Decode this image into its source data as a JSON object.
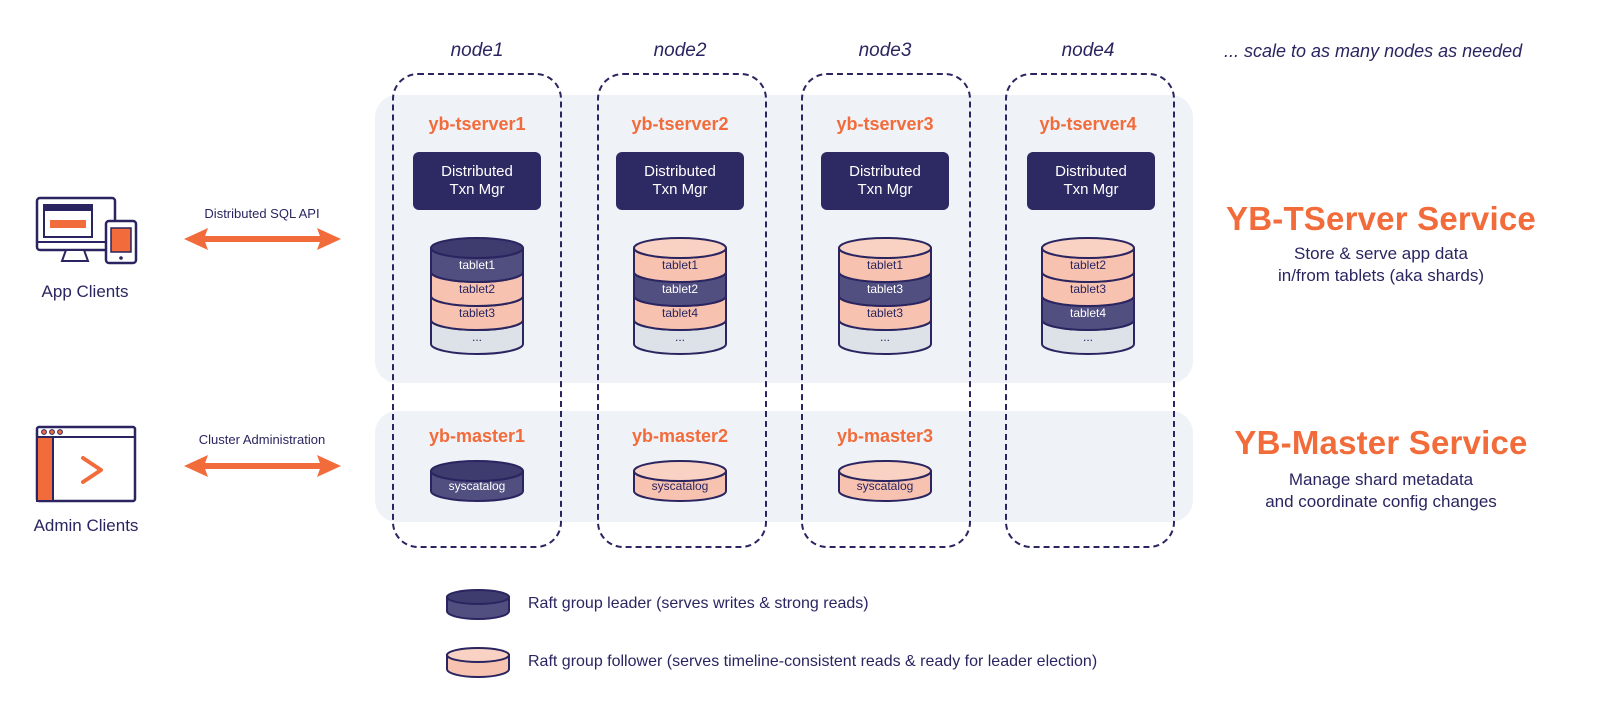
{
  "nodes": [
    {
      "label": "node1",
      "tserver": "yb-tserver1",
      "txn_line1": "Distributed",
      "txn_line2": "Txn Mgr",
      "tablets": [
        {
          "name": "tablet1",
          "role": "leader"
        },
        {
          "name": "tablet2",
          "role": "follower"
        },
        {
          "name": "tablet3",
          "role": "follower"
        },
        {
          "name": "...",
          "role": "other"
        }
      ],
      "master": "yb-master1",
      "syscatalog": {
        "name": "syscatalog",
        "role": "leader"
      }
    },
    {
      "label": "node2",
      "tserver": "yb-tserver2",
      "txn_line1": "Distributed",
      "txn_line2": "Txn Mgr",
      "tablets": [
        {
          "name": "tablet1",
          "role": "follower"
        },
        {
          "name": "tablet2",
          "role": "leader"
        },
        {
          "name": "tablet4",
          "role": "follower"
        },
        {
          "name": "...",
          "role": "other"
        }
      ],
      "master": "yb-master2",
      "syscatalog": {
        "name": "syscatalog",
        "role": "follower"
      }
    },
    {
      "label": "node3",
      "tserver": "yb-tserver3",
      "txn_line1": "Distributed",
      "txn_line2": "Txn Mgr",
      "tablets": [
        {
          "name": "tablet1",
          "role": "follower"
        },
        {
          "name": "tablet3",
          "role": "leader"
        },
        {
          "name": "tablet3",
          "role": "follower"
        },
        {
          "name": "...",
          "role": "other"
        }
      ],
      "master": "yb-master3",
      "syscatalog": {
        "name": "syscatalog",
        "role": "follower"
      }
    },
    {
      "label": "node4",
      "tserver": "yb-tserver4",
      "txn_line1": "Distributed",
      "txn_line2": "Txn Mgr",
      "tablets": [
        {
          "name": "tablet2",
          "role": "follower"
        },
        {
          "name": "tablet3",
          "role": "follower"
        },
        {
          "name": "tablet4",
          "role": "leader"
        },
        {
          "name": "...",
          "role": "other"
        }
      ],
      "master": "",
      "syscatalog": null
    }
  ],
  "scale_note": "... scale to as many nodes as needed",
  "clients": {
    "app": {
      "label": "App Clients",
      "api": "Distributed SQL API"
    },
    "admin": {
      "label": "Admin Clients",
      "api": "Cluster Administration"
    }
  },
  "services": {
    "tserver": {
      "title": "YB-TServer Service",
      "line1": "Store & serve app data",
      "line2": "in/from tablets (aka shards)"
    },
    "master": {
      "title": "YB-Master Service",
      "line1": "Manage shard metadata",
      "line2": "and coordinate config changes"
    }
  },
  "legend": {
    "leader": "Raft group leader (serves writes & strong reads)",
    "follower": "Raft group follower (serves timeline-consistent reads & ready for leader election)"
  },
  "colors": {
    "leader_fill": "#514e80",
    "leader_top": "#3e3b6e",
    "follower_fill": "#f7c3b0",
    "follower_top": "#f9d2c3",
    "other_fill": "#dde2e8",
    "stroke": "#2a2560",
    "accent": "#f26b3a",
    "dark": "#2d2a63"
  }
}
